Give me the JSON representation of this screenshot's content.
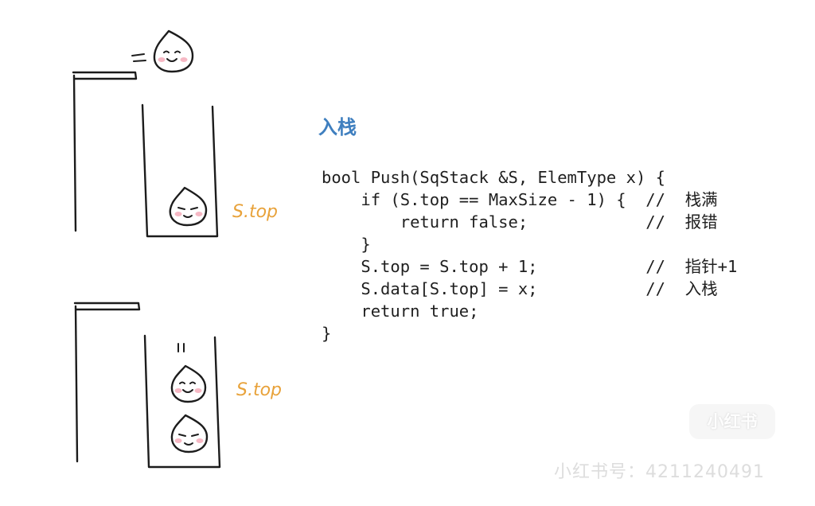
{
  "title": "入栈",
  "labels": {
    "top_diagram_pointer": "S.top",
    "bottom_diagram_pointer": "S.top"
  },
  "code_lines": [
    "bool Push(SqStack &S, ElemType x) {",
    "    if (S.top == MaxSize - 1) {  //  栈满",
    "        return false;            //  报错",
    "    }",
    "    S.top = S.top + 1;           //  指针+1",
    "    S.data[S.top] = x;           //  入栈",
    "    return true;",
    "}"
  ],
  "watermark": {
    "logo": "小红书",
    "account": "小红书号：4211240491"
  },
  "colors": {
    "title": "#3f7fbf",
    "pointer_label": "#e8a23a",
    "blush": "#f6b8c4",
    "ink": "#1c1c1c"
  }
}
